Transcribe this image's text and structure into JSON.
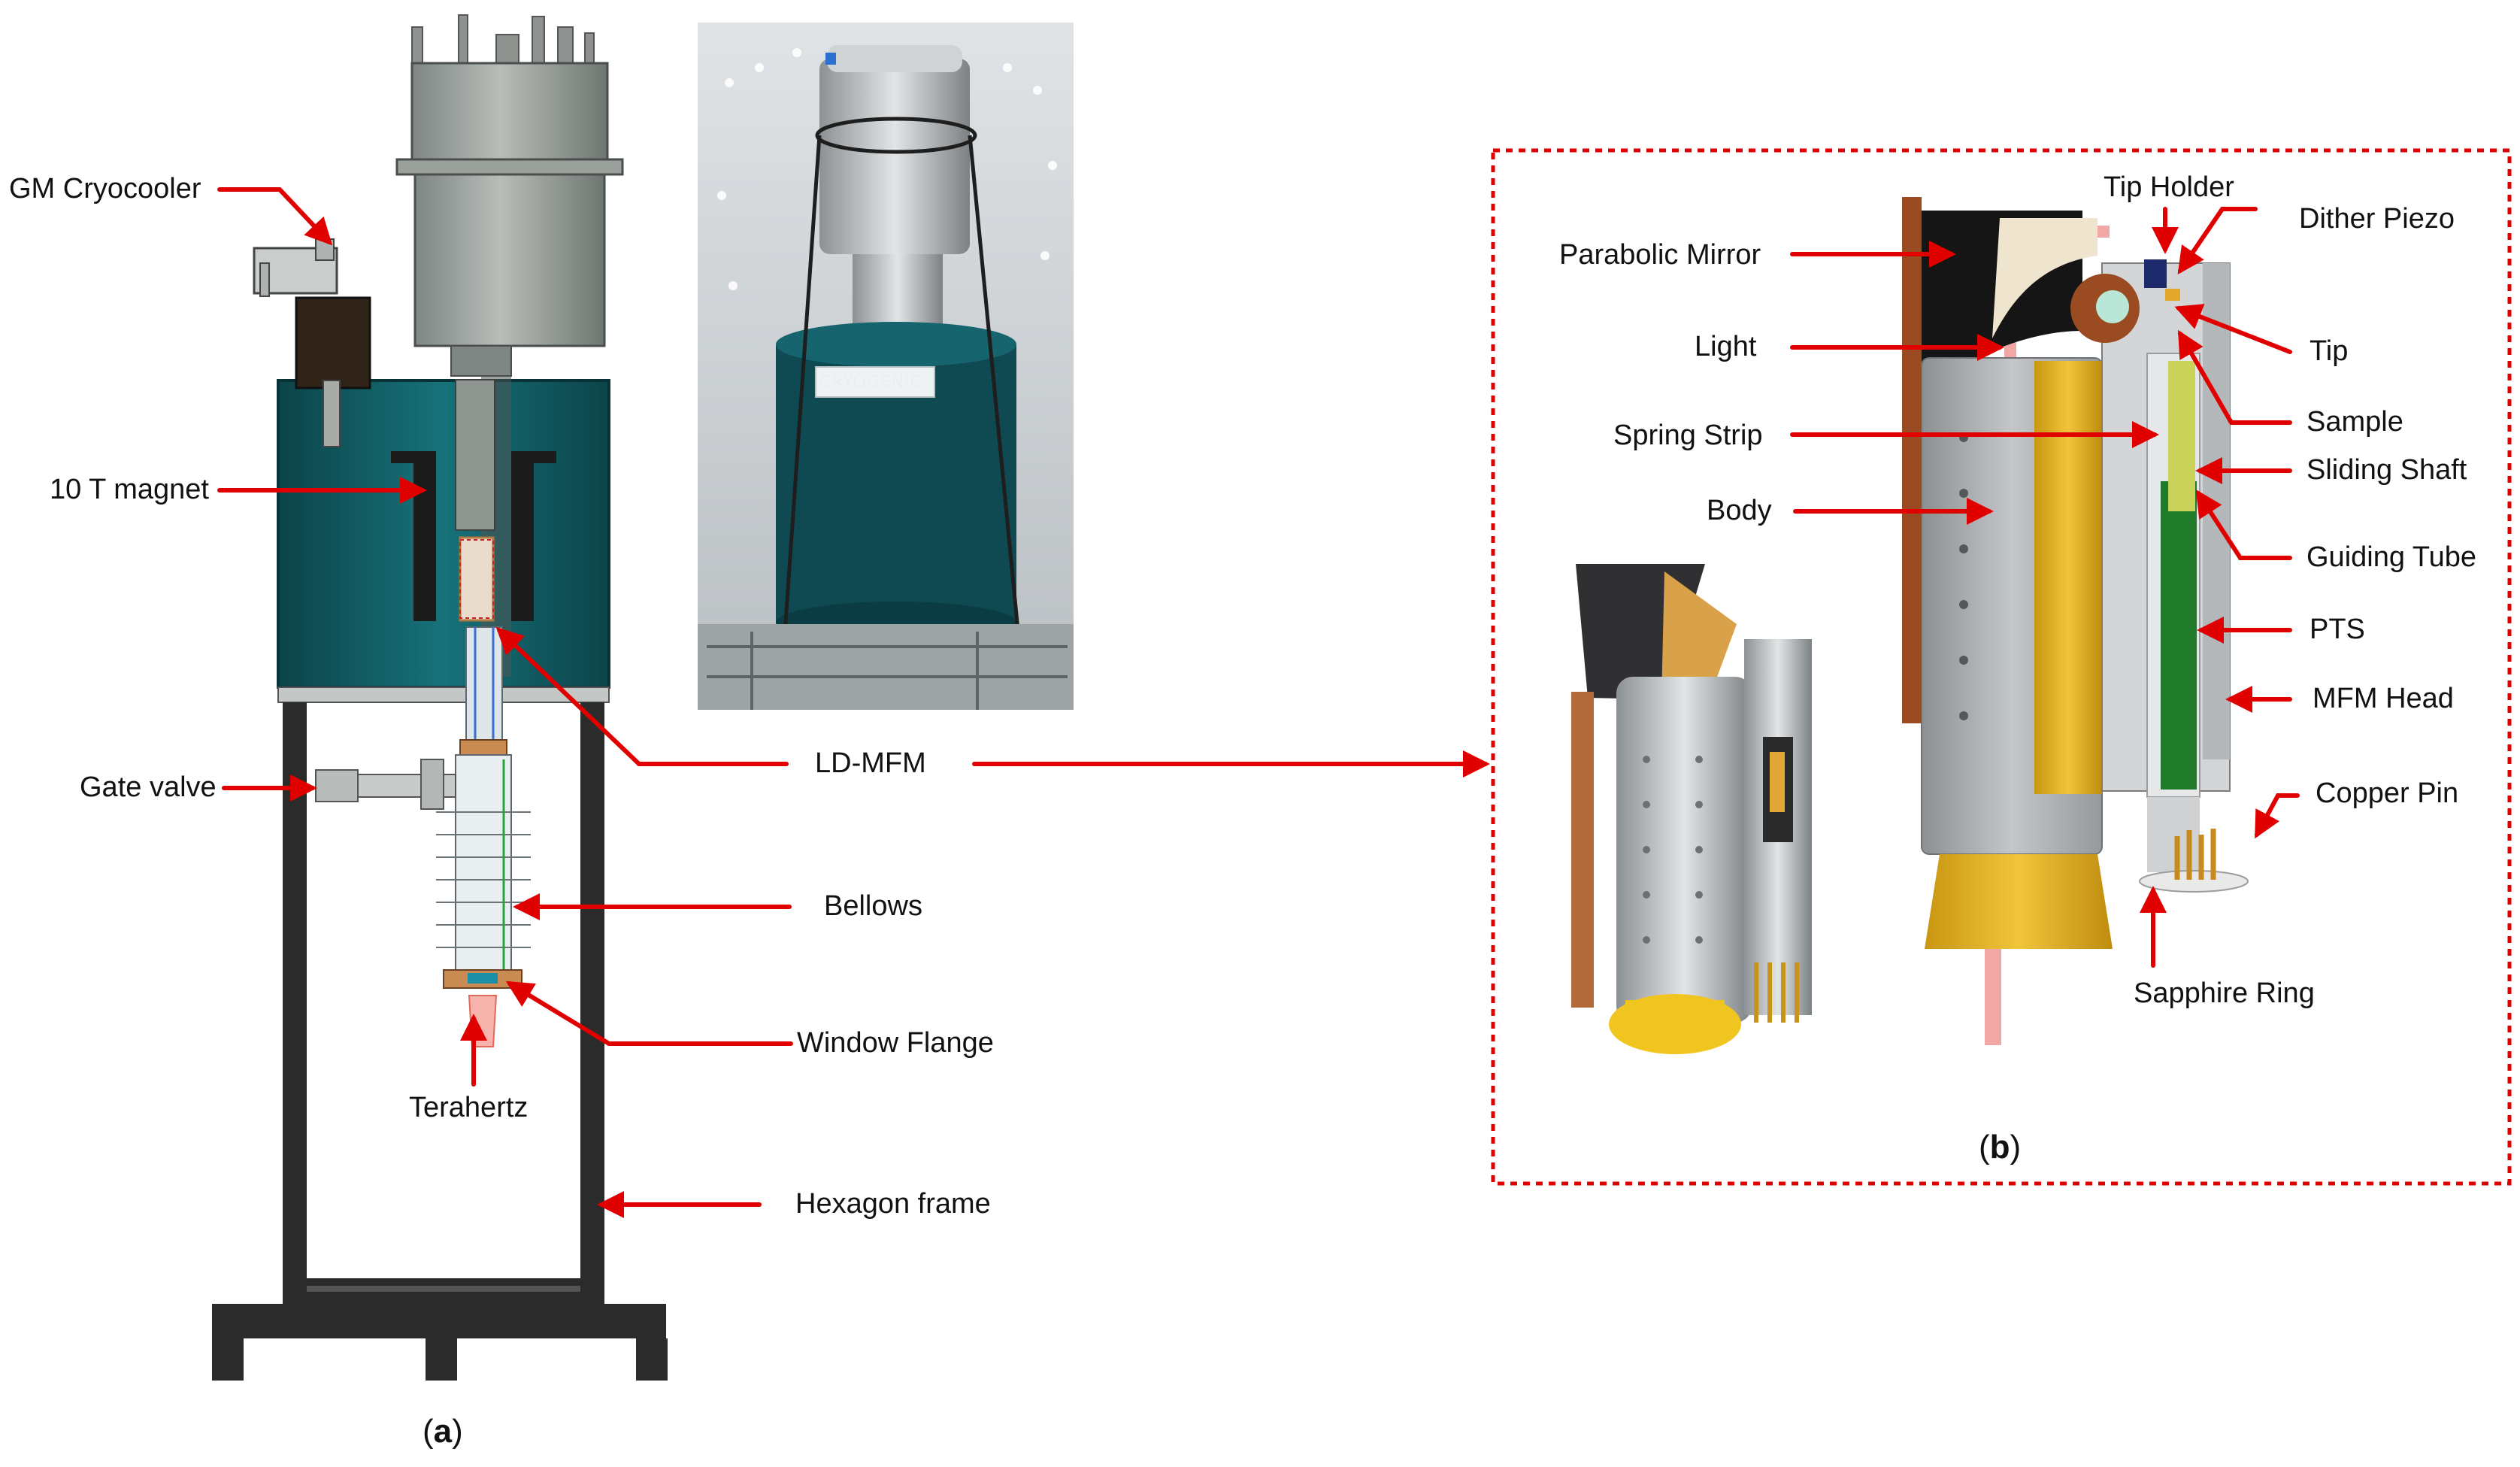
{
  "colors": {
    "arrow": "#e00000",
    "magnet_teal": "#0f5a60",
    "frame": "#2b2b2b",
    "dashed_box": "#e00000",
    "body_gray": "#a9abad",
    "gold": "#e3b21c",
    "pts_green": "#1f7a2a",
    "light_pink": "#f2a7a7"
  },
  "panel_a": {
    "subcaption": {
      "open": "(",
      "letter": "a",
      "close": ")"
    },
    "labels": {
      "gm_cryocooler": "GM Cryocooler",
      "magnet": "10 T magnet",
      "gate_valve": "Gate valve",
      "ld_mfm": "LD-MFM",
      "bellows": "Bellows",
      "window_flange": "Window Flange",
      "terahertz": "Terahertz",
      "hexagon_frame": "Hexagon frame"
    },
    "photo_logo": "CRYOGENIC"
  },
  "panel_b": {
    "subcaption": {
      "open": "(",
      "letter": "b",
      "close": ")"
    },
    "labels": {
      "parabolic_mirror": "Parabolic Mirror",
      "light": "Light",
      "spring_strip": "Spring Strip",
      "body": "Body",
      "tip_holder": "Tip Holder",
      "dither_piezo": "Dither Piezo",
      "tip": "Tip",
      "sample": "Sample",
      "sliding_shaft": "Sliding Shaft",
      "guiding_tube": "Guiding Tube",
      "pts": "PTS",
      "mfm_head": "MFM Head",
      "copper_pin": "Copper Pin",
      "sapphire_ring": "Sapphire Ring"
    }
  }
}
